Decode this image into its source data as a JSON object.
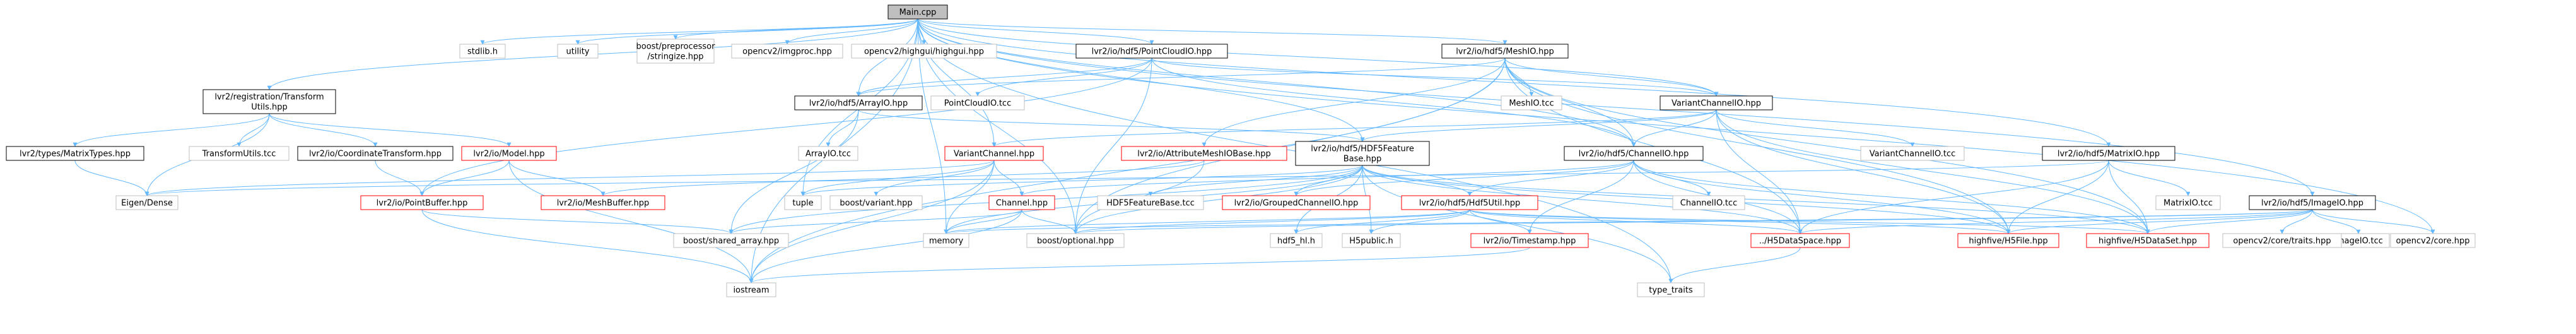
{
  "diagram": {
    "title": "",
    "colors": {
      "edge": "#63b8ff",
      "root_fill": "#bfbfbf",
      "box_fill": "#ffffff",
      "border_documented": "#000000",
      "border_missing": "#ff0000",
      "border_external": "#bfbfbf"
    },
    "nodes": [
      {
        "id": "main",
        "lines": [
          "Main.cpp"
        ],
        "kind": "root"
      },
      {
        "id": "stdlib",
        "lines": [
          "stdlib.h"
        ],
        "kind": "external"
      },
      {
        "id": "utility",
        "lines": [
          "utility"
        ],
        "kind": "external"
      },
      {
        "id": "stringize",
        "lines": [
          "boost/preprocessor",
          "/stringize.hpp"
        ],
        "kind": "external"
      },
      {
        "id": "imgproc",
        "lines": [
          "opencv2/imgproc.hpp"
        ],
        "kind": "external"
      },
      {
        "id": "highgui",
        "lines": [
          "opencv2/highgui/highgui.hpp"
        ],
        "kind": "external"
      },
      {
        "id": "pointcloudio",
        "lines": [
          "lvr2/io/hdf5/PointCloudIO.hpp"
        ],
        "kind": "documented"
      },
      {
        "id": "meshio",
        "lines": [
          "lvr2/io/hdf5/MeshIO.hpp"
        ],
        "kind": "documented"
      },
      {
        "id": "transformutils",
        "lines": [
          "lvr2/registration/Transform",
          "Utils.hpp"
        ],
        "kind": "documented"
      },
      {
        "id": "arrayio",
        "lines": [
          "lvr2/io/hdf5/ArrayIO.hpp"
        ],
        "kind": "documented"
      },
      {
        "id": "pointcloudiotcc",
        "lines": [
          "PointCloudIO.tcc"
        ],
        "kind": "external"
      },
      {
        "id": "meshiotcc",
        "lines": [
          "MeshIO.tcc"
        ],
        "kind": "external"
      },
      {
        "id": "variantchannelio",
        "lines": [
          "VariantChannelIO.hpp"
        ],
        "kind": "documented"
      },
      {
        "id": "matrixtypes",
        "lines": [
          "lvr2/types/MatrixTypes.hpp"
        ],
        "kind": "documented"
      },
      {
        "id": "transformutilstcc",
        "lines": [
          "TransformUtils.tcc"
        ],
        "kind": "external"
      },
      {
        "id": "coordinatetransform",
        "lines": [
          "lvr2/io/CoordinateTransform.hpp"
        ],
        "kind": "documented"
      },
      {
        "id": "model",
        "lines": [
          "lvr2/io/Model.hpp"
        ],
        "kind": "missing"
      },
      {
        "id": "arrayiotcc",
        "lines": [
          "ArrayIO.tcc"
        ],
        "kind": "external"
      },
      {
        "id": "variantchannel",
        "lines": [
          "VariantChannel.hpp"
        ],
        "kind": "missing"
      },
      {
        "id": "attributemeshiobase",
        "lines": [
          "lvr2/io/AttributeMeshIOBase.hpp"
        ],
        "kind": "missing"
      },
      {
        "id": "hdf5feature",
        "lines": [
          "lvr2/io/hdf5/HDF5Feature",
          "Base.hpp"
        ],
        "kind": "documented"
      },
      {
        "id": "channelio",
        "lines": [
          "lvr2/io/hdf5/ChannelIO.hpp"
        ],
        "kind": "documented"
      },
      {
        "id": "variantchanneliotcc",
        "lines": [
          "VariantChannelIO.tcc"
        ],
        "kind": "external"
      },
      {
        "id": "matrixio",
        "lines": [
          "lvr2/io/hdf5/MatrixIO.hpp"
        ],
        "kind": "documented"
      },
      {
        "id": "imageio",
        "lines": [
          "lvr2/io/hdf5/ImageIO.hpp"
        ],
        "kind": "documented"
      },
      {
        "id": "eigendense",
        "lines": [
          "Eigen/Dense"
        ],
        "kind": "external"
      },
      {
        "id": "meshbuffer",
        "lines": [
          "lvr2/io/MeshBuffer.hpp"
        ],
        "kind": "missing"
      },
      {
        "id": "pointbuffer",
        "lines": [
          "lvr2/io/PointBuffer.hpp"
        ],
        "kind": "missing"
      },
      {
        "id": "tuple",
        "lines": [
          "tuple"
        ],
        "kind": "external"
      },
      {
        "id": "boostvariant",
        "lines": [
          "boost/variant.hpp"
        ],
        "kind": "external"
      },
      {
        "id": "channel",
        "lines": [
          "Channel.hpp"
        ],
        "kind": "missing"
      },
      {
        "id": "hdf5featurebasetcc",
        "lines": [
          "HDF5FeatureBase.tcc"
        ],
        "kind": "external"
      },
      {
        "id": "groupedchannelio",
        "lines": [
          "lvr2/io/GroupedChannelIO.hpp"
        ],
        "kind": "missing"
      },
      {
        "id": "hdf5util",
        "lines": [
          "lvr2/io/hdf5/Hdf5Util.hpp"
        ],
        "kind": "missing"
      },
      {
        "id": "channeliotcc",
        "lines": [
          "ChannelIO.tcc"
        ],
        "kind": "external"
      },
      {
        "id": "matrixiotcc",
        "lines": [
          "MatrixIO.tcc"
        ],
        "kind": "external"
      },
      {
        "id": "imageiotcc",
        "lines": [
          "ImageIO.tcc"
        ],
        "kind": "external"
      },
      {
        "id": "opencvcore",
        "lines": [
          "opencv2/core.hpp"
        ],
        "kind": "external"
      },
      {
        "id": "opencvtraits",
        "lines": [
          "opencv2/core/traits.hpp"
        ],
        "kind": "external"
      },
      {
        "id": "h5file",
        "lines": [
          "highfive/H5File.hpp"
        ],
        "kind": "missing"
      },
      {
        "id": "h5dataset",
        "lines": [
          "highfive/H5DataSet.hpp"
        ],
        "kind": "missing"
      },
      {
        "id": "h5dataspace",
        "lines": [
          "../H5DataSpace.hpp"
        ],
        "kind": "missing"
      },
      {
        "id": "timestamp",
        "lines": [
          "lvr2/io/Timestamp.hpp"
        ],
        "kind": "missing"
      },
      {
        "id": "h5public",
        "lines": [
          "H5public.h"
        ],
        "kind": "external"
      },
      {
        "id": "hdf5hl",
        "lines": [
          "hdf5_hl.h"
        ],
        "kind": "external"
      },
      {
        "id": "boostoptional",
        "lines": [
          "boost/optional.hpp"
        ],
        "kind": "external"
      },
      {
        "id": "memory",
        "lines": [
          "memory"
        ],
        "kind": "external"
      },
      {
        "id": "sharedarray",
        "lines": [
          "boost/shared_array.hpp"
        ],
        "kind": "external"
      },
      {
        "id": "iostream",
        "lines": [
          "iostream"
        ],
        "kind": "external"
      },
      {
        "id": "typetraits",
        "lines": [
          "type_traits"
        ],
        "kind": "external"
      }
    ],
    "edges": [
      [
        "main",
        "stdlib"
      ],
      [
        "main",
        "utility"
      ],
      [
        "main",
        "stringize"
      ],
      [
        "main",
        "imgproc"
      ],
      [
        "main",
        "highgui"
      ],
      [
        "main",
        "pointcloudio"
      ],
      [
        "main",
        "meshio"
      ],
      [
        "main",
        "transformutils"
      ],
      [
        "main",
        "arrayio"
      ],
      [
        "main",
        "variantchannelio"
      ],
      [
        "main",
        "channelio"
      ],
      [
        "main",
        "hdf5feature"
      ],
      [
        "main",
        "variantchannel"
      ],
      [
        "main",
        "matrixio"
      ],
      [
        "main",
        "imageio"
      ],
      [
        "main",
        "opencvcore"
      ],
      [
        "main",
        "iostream"
      ],
      [
        "main",
        "memory"
      ],
      [
        "main",
        "tuple"
      ],
      [
        "main",
        "boostoptional"
      ],
      [
        "main",
        "typetraits"
      ],
      [
        "pointcloudio",
        "arrayio"
      ],
      [
        "pointcloudio",
        "channelio"
      ],
      [
        "pointcloudio",
        "pointcloudiotcc"
      ],
      [
        "pointcloudio",
        "pointbuffer"
      ],
      [
        "pointcloudio",
        "boostoptional"
      ],
      [
        "pointcloudio",
        "variantchannelio"
      ],
      [
        "meshio",
        "arrayio"
      ],
      [
        "meshio",
        "meshiotcc"
      ],
      [
        "meshio",
        "variantchannelio"
      ],
      [
        "meshio",
        "channelio"
      ],
      [
        "meshio",
        "attributemeshiobase"
      ],
      [
        "meshio",
        "h5file"
      ],
      [
        "meshio",
        "h5dataset"
      ],
      [
        "meshio",
        "boostoptional"
      ],
      [
        "meshio",
        "iostream"
      ],
      [
        "meshio",
        "h5dataspace"
      ],
      [
        "transformutils",
        "matrixtypes"
      ],
      [
        "transformutils",
        "transformutilstcc"
      ],
      [
        "transformutils",
        "coordinatetransform"
      ],
      [
        "transformutils",
        "model"
      ],
      [
        "transformutils",
        "eigendense"
      ],
      [
        "arrayio",
        "arrayiotcc"
      ],
      [
        "arrayio",
        "hdf5feature"
      ],
      [
        "arrayio",
        "sharedarray"
      ],
      [
        "variantchannelio",
        "variantchannel"
      ],
      [
        "variantchannelio",
        "variantchanneliotcc"
      ],
      [
        "variantchannelio",
        "channelio"
      ],
      [
        "variantchannelio",
        "hdf5feature"
      ],
      [
        "variantchannelio",
        "h5dataspace"
      ],
      [
        "variantchannelio",
        "h5file"
      ],
      [
        "variantchannelio",
        "h5dataset"
      ],
      [
        "matrixtypes",
        "eigendense"
      ],
      [
        "coordinatetransform",
        "pointbuffer"
      ],
      [
        "model",
        "pointbuffer"
      ],
      [
        "model",
        "meshbuffer"
      ],
      [
        "model",
        "iostream"
      ],
      [
        "pointbuffer",
        "sharedarray"
      ],
      [
        "pointbuffer",
        "iostream"
      ],
      [
        "variantchannel",
        "channel"
      ],
      [
        "variantchannel",
        "boostvariant"
      ],
      [
        "variantchannel",
        "tuple"
      ],
      [
        "variantchannel",
        "memory"
      ],
      [
        "variantchannel",
        "eigendense"
      ],
      [
        "variantchannel",
        "iostream"
      ],
      [
        "attributemeshiobase",
        "meshbuffer"
      ],
      [
        "attributemeshiobase",
        "boostoptional"
      ],
      [
        "channel",
        "boostoptional"
      ],
      [
        "channel",
        "memory"
      ],
      [
        "channel",
        "iostream"
      ],
      [
        "channel",
        "sharedarray"
      ],
      [
        "hdf5feature",
        "hdf5featurebasetcc"
      ],
      [
        "hdf5feature",
        "groupedchannelio"
      ],
      [
        "hdf5feature",
        "hdf5util"
      ],
      [
        "hdf5feature",
        "h5dataspace"
      ],
      [
        "hdf5feature",
        "h5file"
      ],
      [
        "hdf5feature",
        "h5dataset"
      ],
      [
        "hdf5feature",
        "memory"
      ],
      [
        "hdf5feature",
        "tuple"
      ],
      [
        "hdf5feature",
        "typetraits"
      ],
      [
        "hdf5feature",
        "hdf5hl"
      ],
      [
        "hdf5feature",
        "h5public"
      ],
      [
        "hdf5feature",
        "boostoptional"
      ],
      [
        "hdf5feature",
        "sharedarray"
      ],
      [
        "channelio",
        "channel"
      ],
      [
        "channelio",
        "channeliotcc"
      ],
      [
        "channelio",
        "hdf5util"
      ],
      [
        "channelio",
        "h5dataspace"
      ],
      [
        "channelio",
        "h5file"
      ],
      [
        "channelio",
        "h5dataset"
      ],
      [
        "channelio",
        "groupedchannelio"
      ],
      [
        "channelio",
        "timestamp"
      ],
      [
        "hdf5util",
        "h5dataspace"
      ],
      [
        "hdf5util",
        "h5file"
      ],
      [
        "hdf5util",
        "h5dataset"
      ],
      [
        "hdf5util",
        "timestamp"
      ],
      [
        "hdf5util",
        "h5public"
      ],
      [
        "hdf5util",
        "hdf5hl"
      ],
      [
        "hdf5util",
        "boostoptional"
      ],
      [
        "hdf5util",
        "memory"
      ],
      [
        "timestamp",
        "iostream"
      ],
      [
        "matrixio",
        "matrixiotcc"
      ],
      [
        "matrixio",
        "h5dataspace"
      ],
      [
        "matrixio",
        "h5file"
      ],
      [
        "matrixio",
        "h5dataset"
      ],
      [
        "matrixio",
        "eigendense"
      ],
      [
        "imageio",
        "imageiotcc"
      ],
      [
        "imageio",
        "opencvcore"
      ],
      [
        "imageio",
        "opencvtraits"
      ],
      [
        "imageio",
        "h5dataspace"
      ],
      [
        "imageio",
        "h5file"
      ],
      [
        "imageio",
        "h5dataset"
      ],
      [
        "imageio",
        "boostoptional"
      ],
      [
        "imageio",
        "memory"
      ],
      [
        "h5dataspace",
        "typetraits"
      ]
    ]
  }
}
